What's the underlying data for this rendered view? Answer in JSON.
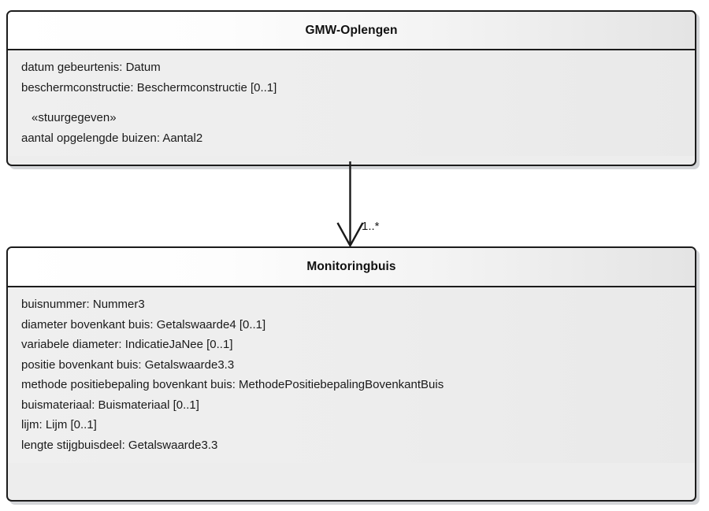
{
  "diagram": {
    "type": "uml-class-diagram",
    "background_color": "#ffffff",
    "border_color": "#1c1c1c",
    "header_gradient_from": "#ffffff",
    "header_gradient_to": "#e4e4e4",
    "body_color": "#ededed",
    "text_color": "#1a1a1a",
    "shadow_color": "#afb2b8"
  },
  "classes": [
    {
      "id": "gmw-oplengen",
      "name": "GMW-Oplengen",
      "attributes": [
        {
          "text": "datum gebeurtenis: Datum",
          "stereotype": false,
          "spacer_above": false
        },
        {
          "text": "beschermconstructie: Beschermconstructie [0..1]",
          "stereotype": false,
          "spacer_above": false
        },
        {
          "text": "«stuurgegeven»",
          "stereotype": true,
          "spacer_above": true
        },
        {
          "text": "aantal opgelengde buizen: Aantal2",
          "stereotype": false,
          "spacer_above": false
        }
      ]
    },
    {
      "id": "monitoringbuis",
      "name": "Monitoringbuis",
      "attributes": [
        {
          "text": "buisnummer: Nummer3",
          "stereotype": false,
          "spacer_above": false
        },
        {
          "text": "diameter bovenkant buis: Getalswaarde4 [0..1]",
          "stereotype": false,
          "spacer_above": false
        },
        {
          "text": "variabele diameter: IndicatieJaNee [0..1]",
          "stereotype": false,
          "spacer_above": false
        },
        {
          "text": "positie bovenkant buis: Getalswaarde3.3",
          "stereotype": false,
          "spacer_above": false
        },
        {
          "text": "methode positiebepaling bovenkant buis: MethodePositiebepalingBovenkantBuis",
          "stereotype": false,
          "spacer_above": false
        },
        {
          "text": "buismateriaal: Buismateriaal [0..1]",
          "stereotype": false,
          "spacer_above": false
        },
        {
          "text": "lijm: Lijm [0..1]",
          "stereotype": false,
          "spacer_above": false
        },
        {
          "text": "lengte stijgbuisdeel: Getalswaarde3.3",
          "stereotype": false,
          "spacer_above": false
        }
      ]
    }
  ],
  "connector": {
    "kind": "association",
    "arrowhead": "open-v",
    "from_class": "GMW-Oplengen",
    "to_class": "Monitoringbuis",
    "multiplicity": "1..*",
    "line_color": "#1a1a1a"
  }
}
